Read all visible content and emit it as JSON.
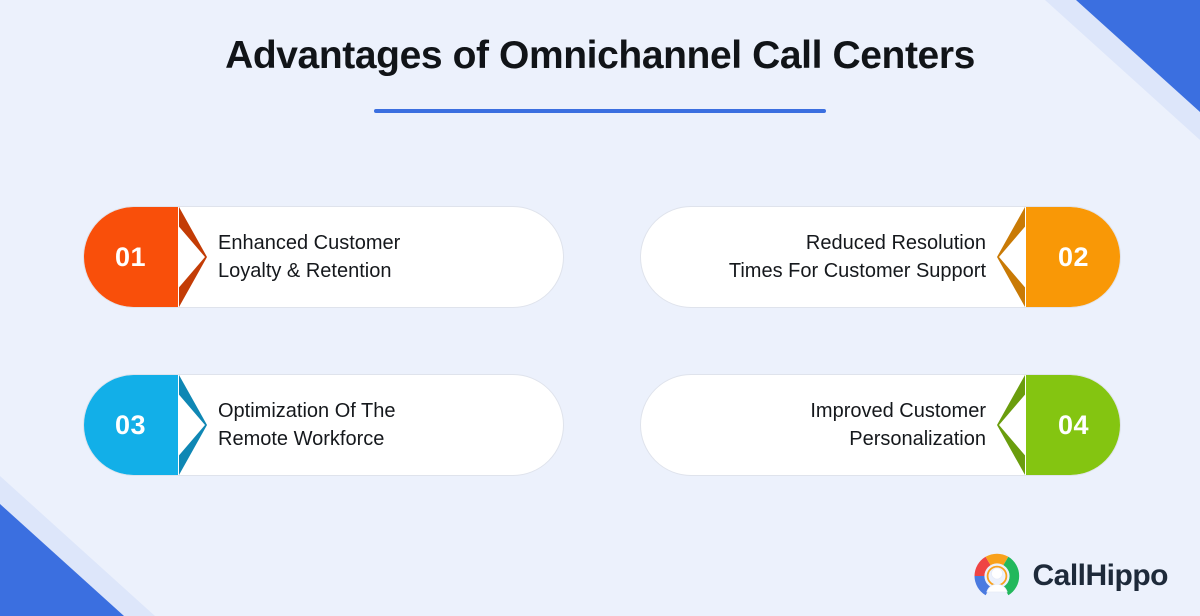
{
  "page": {
    "background_color": "#ecf1fc",
    "accent_color": "#3b6fe0"
  },
  "header": {
    "title": "Advantages of Omnichannel Call Centers",
    "rule_color": "#3b6fe0"
  },
  "decorations": {
    "top_right_blue": "#3b6fe0",
    "top_right_light": "#dde6fa",
    "bottom_left_blue": "#3b6fe0",
    "bottom_left_light": "#dde6fa"
  },
  "cards": [
    {
      "number": "01",
      "text_line1": "Enhanced Customer",
      "text_line2": "Loyalty & Retention",
      "color": "#f94f0a",
      "arrow_color": "#c33c06",
      "side": "left"
    },
    {
      "number": "02",
      "text_line1": "Reduced Resolution",
      "text_line2": "Times For Customer Support",
      "color": "#f99806",
      "arrow_color": "#c97a05",
      "side": "right"
    },
    {
      "number": "03",
      "text_line1": "Optimization Of The",
      "text_line2": "Remote Workforce",
      "color": "#12afe8",
      "arrow_color": "#0f87b4",
      "side": "left"
    },
    {
      "number": "04",
      "text_line1": "Improved Customer",
      "text_line2": "Personalization",
      "color": "#84c511",
      "arrow_color": "#6a9d0d",
      "side": "right"
    }
  ],
  "logo": {
    "name": "CallHippo",
    "wordmark_color": "#1e2a3a",
    "ring_colors": {
      "blue": "#4a7ae0",
      "red": "#ef4444",
      "orange": "#f9a11b",
      "green": "#22b85c"
    }
  }
}
